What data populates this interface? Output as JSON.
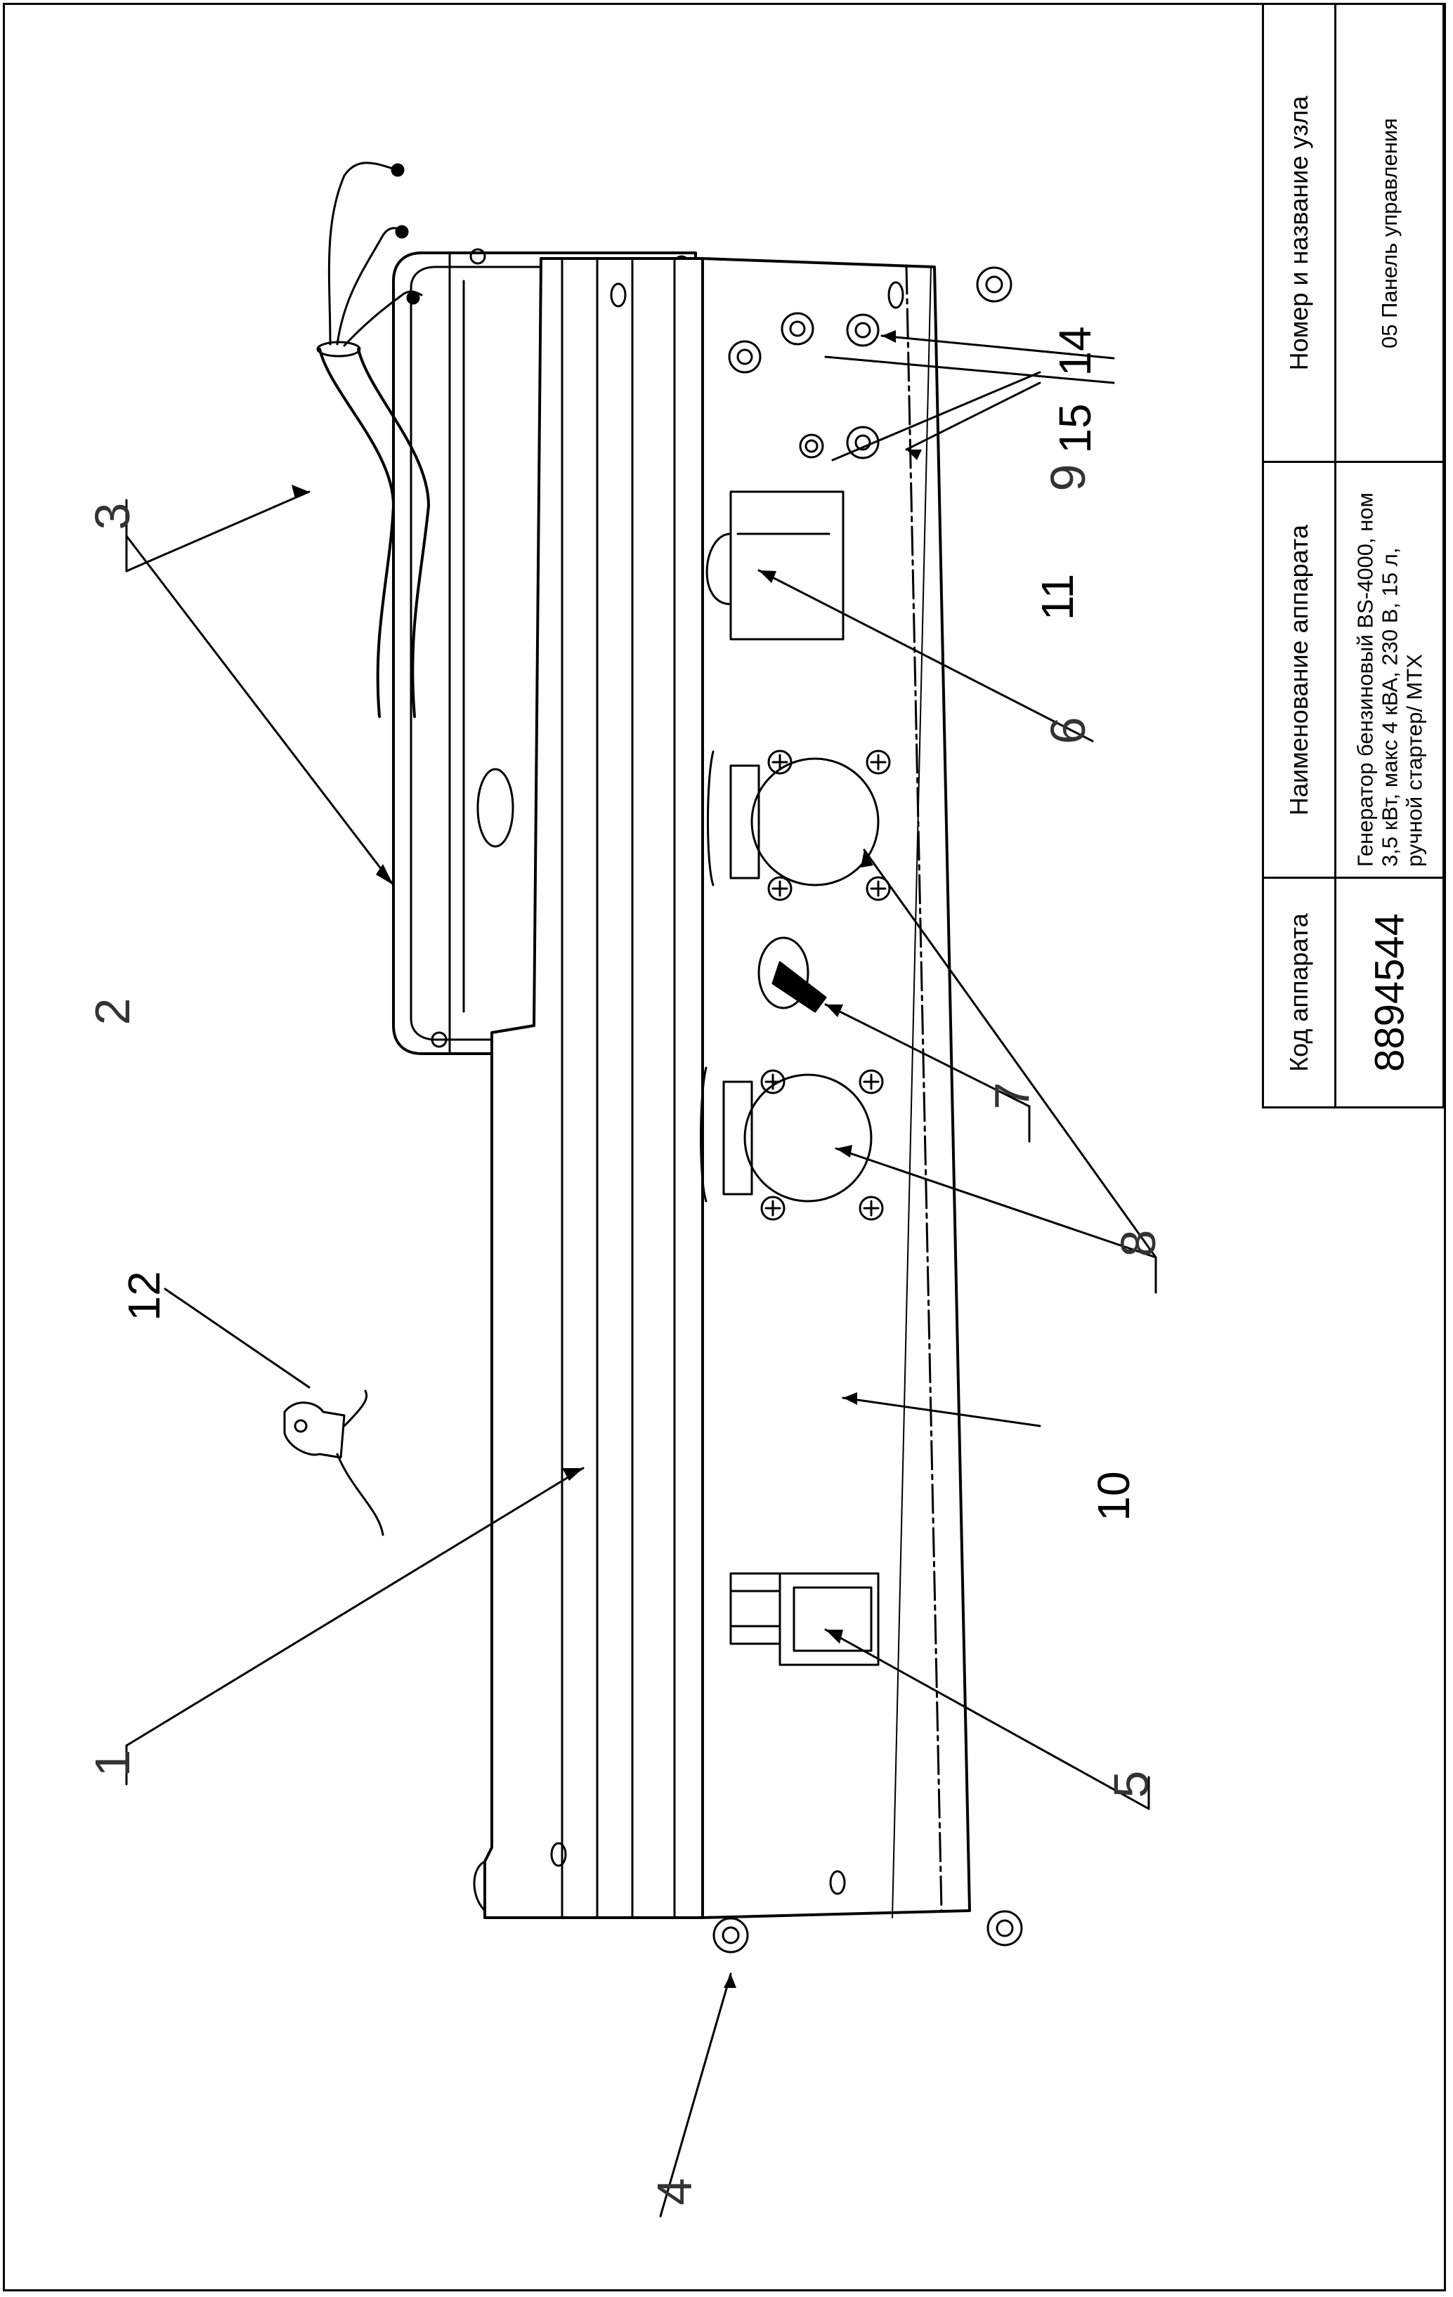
{
  "stamp": {
    "code_header": "Код аппарата",
    "code_value": "8894544",
    "name_header": "Наименование аппарата",
    "name_value": "Генератор бензиновый BS-4000, ном 3,5 кВт, макс 4 кВА, 230 В, 15 л, ручной стартер/ МТХ",
    "unit_header": "Номер и название узла",
    "unit_value": "05 Панель управления"
  },
  "callouts": [
    {
      "id": "1",
      "text": "1"
    },
    {
      "id": "2",
      "text": "2"
    },
    {
      "id": "3",
      "text": "3"
    },
    {
      "id": "4",
      "text": "4"
    },
    {
      "id": "5",
      "text": "5"
    },
    {
      "id": "6",
      "text": "6"
    },
    {
      "id": "7",
      "text": "7"
    },
    {
      "id": "8",
      "text": "8"
    },
    {
      "id": "9",
      "text": "9"
    },
    {
      "id": "10",
      "text": "10"
    },
    {
      "id": "11",
      "text": "11"
    },
    {
      "id": "12",
      "text": "12"
    },
    {
      "id": "14",
      "text": "14"
    },
    {
      "id": "15",
      "text": "15"
    }
  ]
}
